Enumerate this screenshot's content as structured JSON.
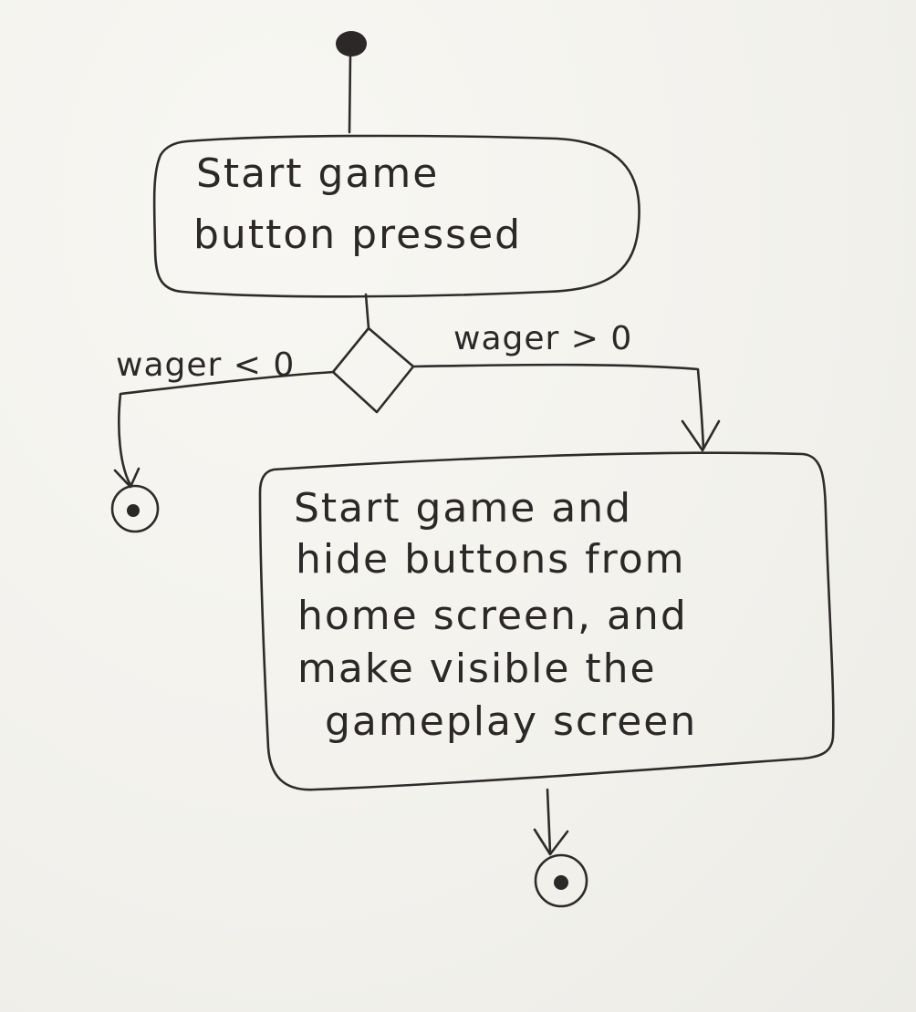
{
  "diagram": {
    "type": "activity-diagram",
    "nodes": {
      "start": {
        "kind": "initial"
      },
      "action1": {
        "kind": "action",
        "lines": [
          "Start game",
          "button pressed"
        ]
      },
      "decision": {
        "kind": "decision"
      },
      "end_left": {
        "kind": "final"
      },
      "action2": {
        "kind": "action",
        "lines": [
          "Start game and",
          "hide buttons from",
          "home screen, and",
          "make visible the",
          "gameplay screen"
        ]
      },
      "end_bottom": {
        "kind": "final"
      }
    },
    "edges": {
      "start_to_action1": {
        "label": ""
      },
      "action1_to_decision": {
        "label": ""
      },
      "decision_to_end_left": {
        "label": "wager < 0"
      },
      "decision_to_action2": {
        "label": "wager > 0"
      },
      "action2_to_end_bottom": {
        "label": ""
      }
    }
  }
}
